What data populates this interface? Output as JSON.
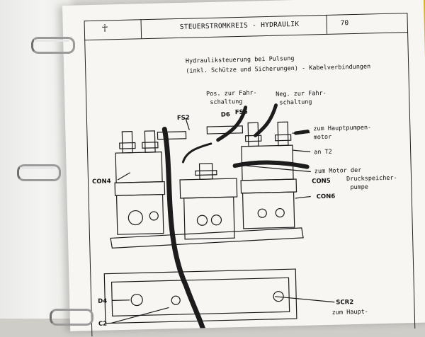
{
  "header": {
    "title": "STEUERSTROMKREIS - HYDRAULIK",
    "page_number": "70",
    "logo_glyph": "☥"
  },
  "diagram": {
    "caption_line1": "Hydrauliksteuerung bei Pulsung",
    "caption_line2": "(inkl. Schütze und Sicherungen) - Kabelverbindungen",
    "pos_label_1": "Pos. zur Fahr-",
    "pos_label_2": "schaltung",
    "neg_label_1": "Neg. zur Fahr-",
    "neg_label_2": "schaltung",
    "to_main_pump_1": "zum Hauptpumpen-",
    "to_main_pump_2": "motor",
    "to_t2": "an T2",
    "to_motor_1": "zum Motor der",
    "to_motor_2": "Druckspeicher-",
    "to_motor_3": "pumpe",
    "to_main_lower": "zum Haupt-",
    "components": {
      "fs2": "FS2",
      "d6": "D6",
      "fs6": "FS6",
      "con4": "CON4",
      "con5": "CON5",
      "con6": "CON6",
      "d4": "D4",
      "c2": "C2",
      "scr2": "SCR2"
    }
  },
  "colors": {
    "paper": "#f7f6f3",
    "ink": "#111111",
    "binder_edge": "#e9c93b"
  }
}
